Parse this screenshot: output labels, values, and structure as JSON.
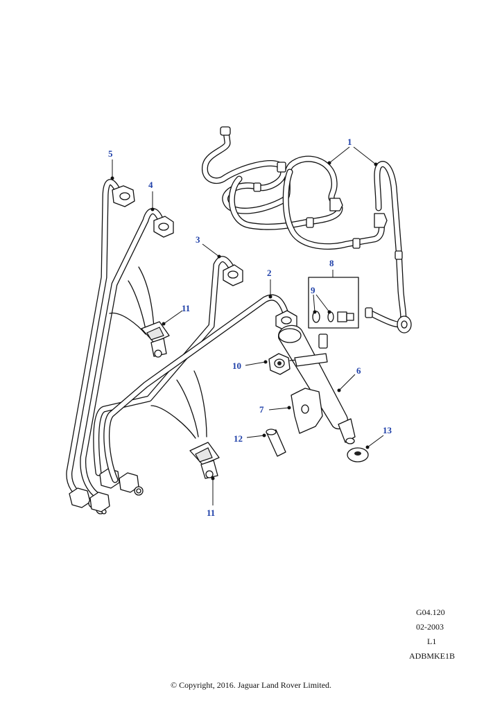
{
  "callouts": [
    {
      "id": "callout-1",
      "label": "1"
    },
    {
      "id": "callout-2",
      "label": "2"
    },
    {
      "id": "callout-3",
      "label": "3"
    },
    {
      "id": "callout-4",
      "label": "4"
    },
    {
      "id": "callout-5",
      "label": "5"
    },
    {
      "id": "callout-6",
      "label": "6"
    },
    {
      "id": "callout-7",
      "label": "7"
    },
    {
      "id": "callout-8",
      "label": "8"
    },
    {
      "id": "callout-9",
      "label": "9"
    },
    {
      "id": "callout-10",
      "label": "10"
    },
    {
      "id": "callout-11a",
      "label": "11"
    },
    {
      "id": "callout-11b",
      "label": "11"
    },
    {
      "id": "callout-12",
      "label": "12"
    },
    {
      "id": "callout-13",
      "label": "13"
    }
  ],
  "info": {
    "drawing_number": "G04.120",
    "date": "02-2003",
    "revision": "L1",
    "reference": "ADBMKE1B"
  },
  "footer": {
    "copyright": "© Copyright, 2016. Jaguar Land Rover Limited."
  },
  "colors": {
    "line": "#111111",
    "callout_text": "#1e3fa8",
    "background": "#ffffff"
  }
}
